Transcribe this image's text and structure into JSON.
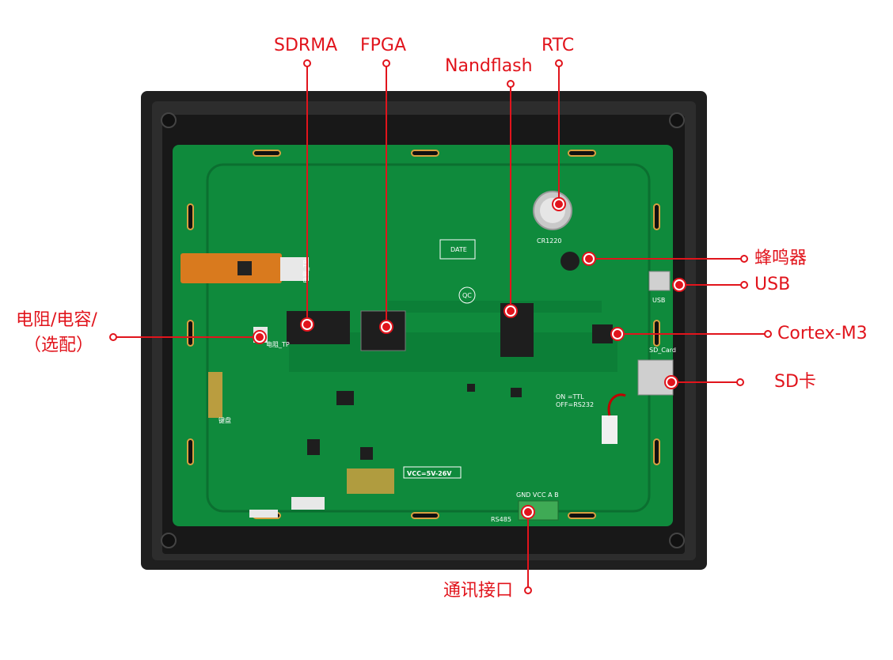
{
  "callouts": {
    "sdrma": "SDRMA",
    "fpga": "FPGA",
    "rtc": "RTC",
    "nandflash": "Nandflash",
    "buzzer": "蜂鸣器",
    "usb": "USB",
    "resistor_line1": "电阻/电容/",
    "resistor_line2": "（选配）",
    "cortex": "Cortex-M3",
    "sd": "SD卡",
    "comm": "通讯接口"
  },
  "board_labels": {
    "vcc": "VCC=5V-26V",
    "on_ttl": "ON =TTL",
    "off_rs232": "OFF=RS232",
    "gnd_vcc_ab": "GND VCC A B",
    "rs485": "RS485",
    "usb": "USB",
    "sd_card": "SD_Card",
    "cr1220": "CR1220",
    "touch_tp": "电容_TP",
    "resistive_tp": "电阻_TP",
    "keyboard": "键盘",
    "date": "DATE",
    "qc": "QC"
  },
  "colors": {
    "callout": "#e1141c",
    "pcb": "#0f8a3c",
    "pcb_dark": "#0b6f30",
    "bezel": "#1f1f1f",
    "bezel_light": "#2d2d2d",
    "gold": "#d8a040",
    "chip": "#1e1e1e"
  }
}
